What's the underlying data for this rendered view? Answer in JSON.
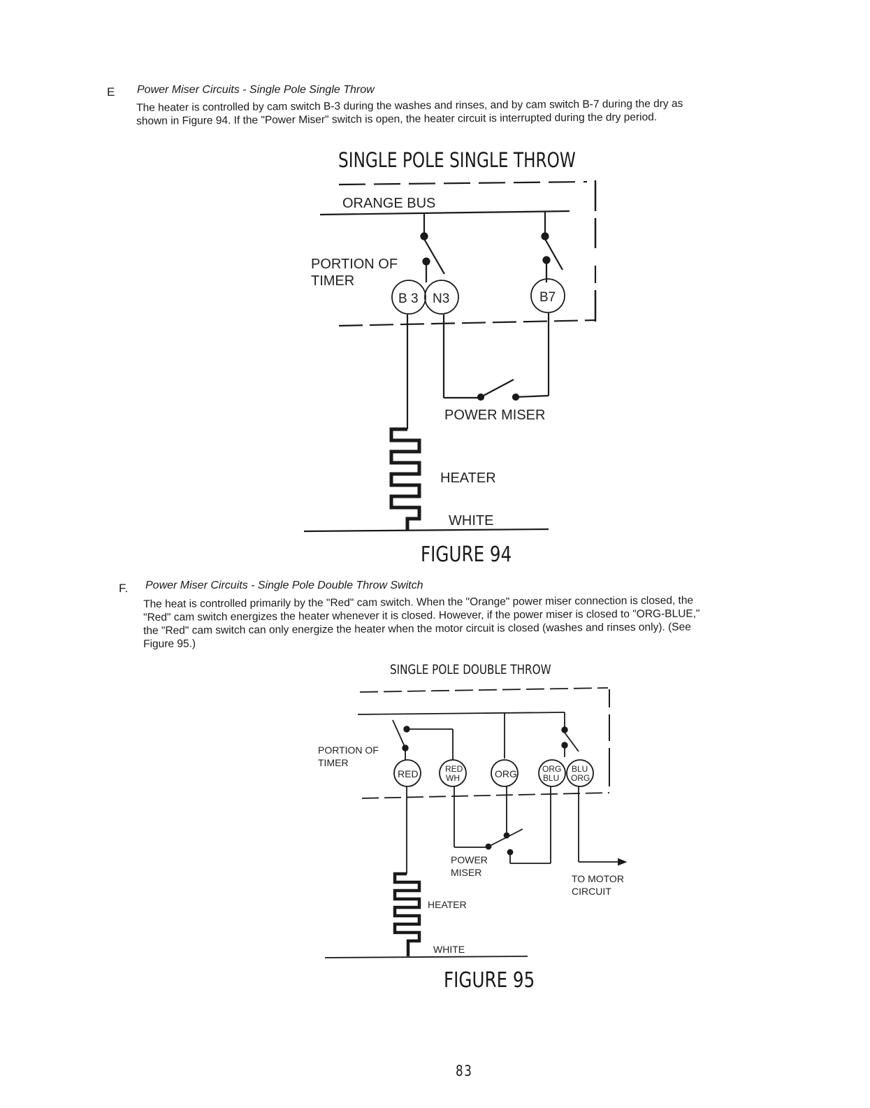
{
  "section_e": {
    "letter": "E",
    "title": "Power Miser Circuits - Single Pole Single Throw",
    "lines": [
      "The heater is controlled by cam switch B-3 during the washes and rinses, and by cam switch B-7 during the dry as",
      "shown in Figure 94. If the \"Power Miser\" switch is open, the heater circuit is interrupted during the dry period."
    ]
  },
  "figure94": {
    "heading": "SINGLE POLE SINGLE THROW",
    "labels": {
      "orange_bus": "ORANGE BUS",
      "portion_of": "PORTION OF",
      "timer": "TIMER",
      "b3": "B 3",
      "n3": "N3",
      "b7": "B7",
      "power_miser": "POWER MISER",
      "heater": "HEATER",
      "white": "WHITE"
    },
    "caption": "FIGURE 94"
  },
  "section_f": {
    "letter": "F.",
    "title": "Power Miser Circuits - Single Pole Double Throw Switch",
    "lines": [
      "The heat is controlled primarily by the \"Red\" cam switch. When the \"Orange\" power miser connection is closed, the",
      "\"Red\" cam switch energizes the heater whenever it is closed. However, if the power miser is closed to \"ORG-BLUE,\"",
      "the \"Red\" cam switch can only energize the heater when the motor circuit is closed (washes and rinses only). (See",
      "Figure 95.)"
    ]
  },
  "figure95": {
    "heading": "SINGLE POLE DOUBLE THROW",
    "labels": {
      "portion_of": "PORTION OF",
      "timer": "TIMER",
      "red": "RED",
      "red_wh_1": "RED",
      "red_wh_2": "WH",
      "org": "ORG",
      "org_blu_1": "ORG",
      "org_blu_2": "BLU",
      "blu_org_1": "BLU",
      "blu_org_2": "ORG",
      "power": "POWER",
      "miser": "MISER",
      "to_motor": "TO MOTOR",
      "circuit": "CIRCUIT",
      "heater": "HEATER",
      "white": "WHITE"
    },
    "caption": "FIGURE 95"
  },
  "page_number": "83"
}
